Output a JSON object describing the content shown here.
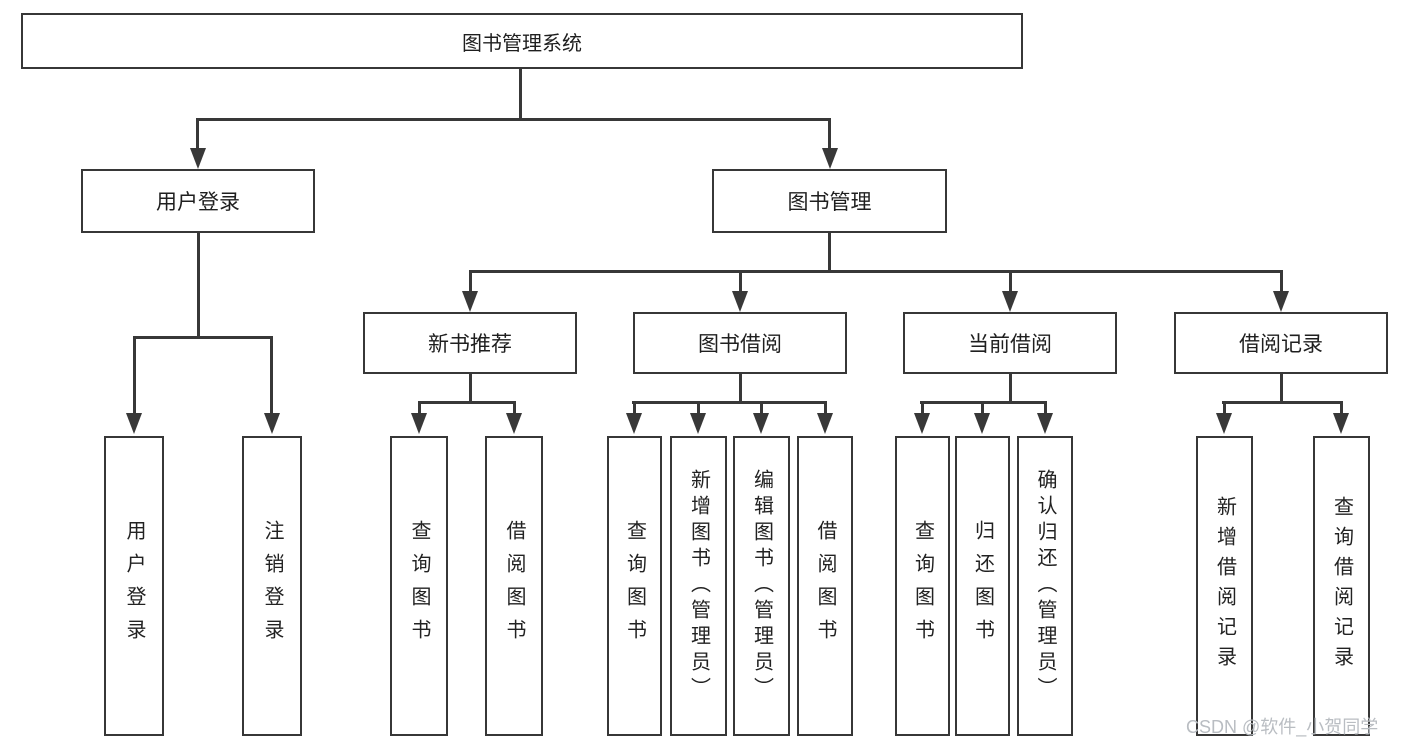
{
  "diagram": {
    "root": {
      "label": "图书管理系统"
    },
    "level2": [
      {
        "label": "用户登录"
      },
      {
        "label": "图书管理"
      }
    ],
    "level3": [
      {
        "label": "新书推荐"
      },
      {
        "label": "图书借阅"
      },
      {
        "label": "当前借阅"
      },
      {
        "label": "借阅记录"
      }
    ],
    "leaves": {
      "user": [
        {
          "label": "用户登录"
        },
        {
          "label": "注销登录"
        }
      ],
      "recommend": [
        {
          "label": "查询图书"
        },
        {
          "label": "借阅图书"
        }
      ],
      "borrow": [
        {
          "label": "查询图书"
        },
        {
          "label": "新增图书（管理员）"
        },
        {
          "label": "编辑图书（管理员）"
        },
        {
          "label": "借阅图书"
        }
      ],
      "current": [
        {
          "label": "查询图书"
        },
        {
          "label": "归还图书"
        },
        {
          "label": "确认归还（管理员）"
        }
      ],
      "records": [
        {
          "label": "新增借阅记录"
        },
        {
          "label": "查询借阅记录"
        }
      ]
    },
    "watermark": "CSDN @软件_小贺同学",
    "colors": {
      "line": "#383838",
      "box_border": "#373737",
      "text": "#1f1f1f",
      "watermark": "#b9bdc2",
      "background": "#ffffff"
    }
  }
}
